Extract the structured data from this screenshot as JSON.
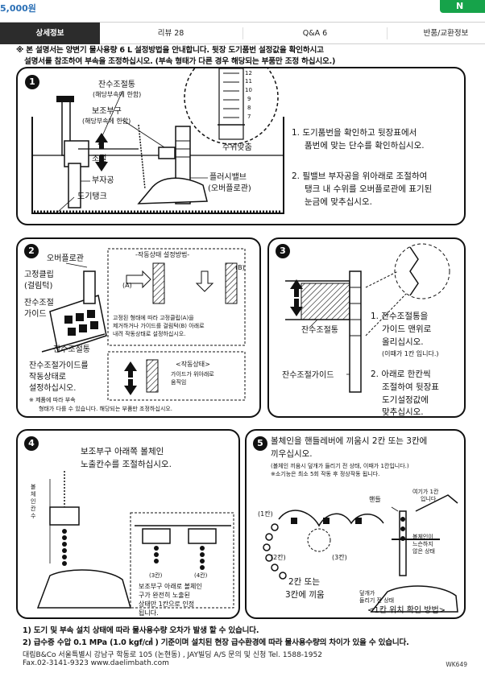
{
  "header": {
    "price": "5,000원",
    "buy_label": "N"
  },
  "tabs": [
    {
      "label": "상세정보",
      "active": true
    },
    {
      "label": "리뷰 28",
      "active": false
    },
    {
      "label": "Q&A 6",
      "active": false
    },
    {
      "label": "반품/교환정보",
      "active": false
    }
  ],
  "doc": {
    "notice_1": "※ 본 설명서는 양변기 물사용량 6 L 설정방법을 안내합니다. 뒷장 도기품번 설정값을 확인하시고",
    "notice_2": "설명서를 참조하여 부속을 조정하십시오. (부속 형태가 다른 경우 해당되는 부품만 조정 하십시오.)",
    "p1": {
      "num": "1",
      "label_tank_adj": "잔수조절통",
      "label_tank_adj_note": "(해당부속에 한함)",
      "label_aux_float": "보조부구",
      "label_aux_float_note": "(해당부속에 한함)",
      "label_adjust": "조절",
      "label_float": "부자공",
      "label_tank": "도기탱크",
      "label_flush_valve": "플러시밸브",
      "label_overflow": "(오버플로관)",
      "label_water_level": "수위맞춤",
      "scale_12": "12",
      "scale_11": "11",
      "scale_10": "10",
      "scale_9": "9",
      "scale_8": "8",
      "scale_7": "7",
      "step1": "1. 도기품번을 확인하고 뒷장표에서",
      "step1b": "품번에 맞는 단수를 확인하십시오.",
      "step2": "2. 필밸브 부자공을 위아래로 조절하여",
      "step2b": "탱크 내 수위를 오버플로관에 표기된",
      "step2c": "눈금에 맞추십시오."
    },
    "p2": {
      "num": "2",
      "label_overflow": "오버플로관",
      "label_clip": "고정클립",
      "label_clip2": "(걸림턱)",
      "label_guide": "잔수조절",
      "label_guide2": "가이드",
      "label_cup": "잔수조절통",
      "method_title": "-작동상태 설정방법-",
      "mark_a": "(A)",
      "mark_b": "(B)",
      "method_desc1": "고정된 형태에 따라 고정클립(A)을",
      "method_desc2": "제거하거나 가이드를 걸림턱(B) 아래로",
      "method_desc3": "내려 작동상태로 설정하십시오.",
      "op_title": "<작동상태>",
      "op_desc1": "가이드가 위아래로",
      "op_desc2": "움직임",
      "inst1": "잔수조절가이드를",
      "inst2": "작동상태로",
      "inst3": "설정하십시오.",
      "note1": "※ 제품에 따라 부속",
      "note2": "형태가 다를 수 있습니다. 해당되는 부품만 조정하십시오."
    },
    "p3": {
      "num": "3",
      "label_cup": "잔수조절통",
      "label_guide": "잔수조절가이드",
      "step1": "1. 잔수조절통을",
      "step1b": "가이드 맨위로",
      "step1c": "올리십시오.",
      "step1d": "(이때가 1칸 입니다.)",
      "step2": "2. 아래로 한칸씩",
      "step2b": "조절하여 뒷장표",
      "step2c": "도기설정값에",
      "step2d": "맞추십시오."
    },
    "p4": {
      "num": "4",
      "title1": "보조부구 아래쪽 볼체인",
      "title2": "노출칸수를 조절하십시오.",
      "side_label": "볼체인칸수",
      "mark_3": "(3칸)",
      "mark_4": "(4칸)",
      "desc1": "보조부구 아래로 볼체인",
      "desc2": "구가 완전히 노출된",
      "desc3": "상태만 1칸으로 인정",
      "desc4": "됩니다."
    },
    "p5": {
      "num": "5",
      "title1": "볼체인을 핸들레버에 끼움시 2칸 또는 3칸에",
      "title2": "끼우십시오.",
      "sub1": "(볼체인 끼움시 덮개가 들리기 전 상태, 이때가 1칸입니다.)",
      "sub2": "※소기능은 최소 5회 작동 후 정상작동 됩니다.",
      "label_handle": "핸들",
      "label_here1": "여기가 1칸",
      "label_here2": "입니다.",
      "mark_1": "(1칸)",
      "mark_2": "(2칸)",
      "mark_3": "(3칸)",
      "label_ballchain1": "볼체인이",
      "label_ballchain2": "느슨하지",
      "label_ballchain3": "않은 상태",
      "center1": "2칸 또는",
      "center2": "3칸에 끼움",
      "label_cover1": "덮개가",
      "label_cover2": "들리기 전 상태",
      "bottom": "<1칸 위치 확인 방법>"
    },
    "footer_1": "1) 도기  및 부속 설치 상태에 따라 물사용수량 오차가 발생 할 수 있습니다.",
    "footer_2": "2) 급수증 수압 0.1 MPa (1.0 kgf/㎠ ) 기준이며 설치된 현장 급수환경에 따라 물사용수량의 차이가 있을 수 있습니다.",
    "company_1": "대림B&Co 서울특별시 강남구 학동로 105 (논현동) , JAY빌딩 A/S 문의 및 신청 Tel. 1588-1952",
    "company_2": "Fax.02-3141-9323 www.daelimbath.com",
    "model": "WK649"
  }
}
